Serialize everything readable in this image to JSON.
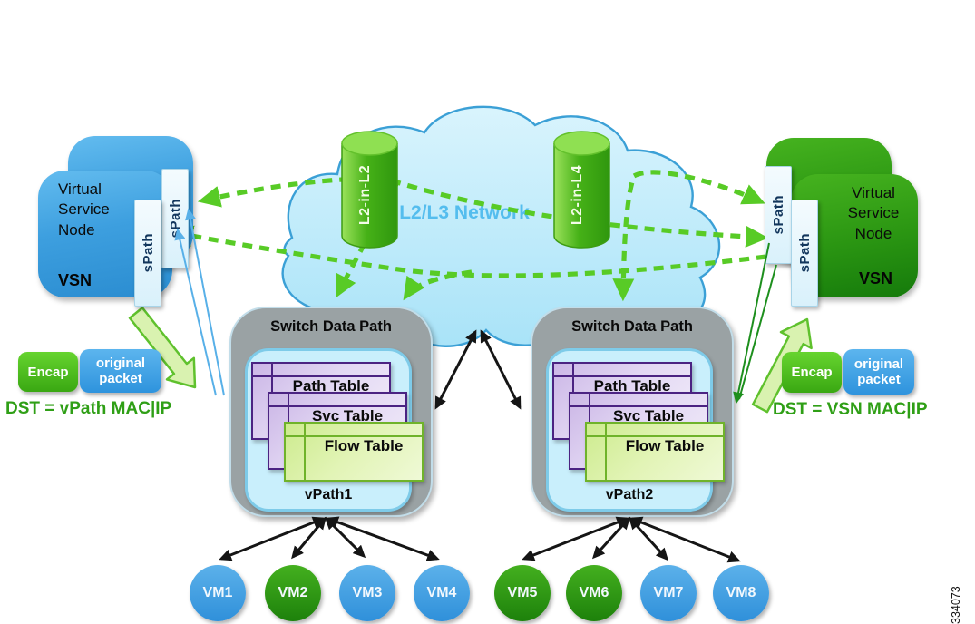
{
  "figure_number": "334073",
  "cloud": {
    "label": "L2/L3 Network",
    "tunnel_left": "L2-in-L2",
    "tunnel_right": "L2-in-L4"
  },
  "vsn_left": {
    "title": "Virtual Service Node",
    "name": "VSN",
    "tab_back": "sPath",
    "tab_front": "sPath"
  },
  "vsn_right": {
    "title": "Virtual Service Node",
    "name": "VSN",
    "tab_back": "sPath",
    "tab_front": "sPath"
  },
  "switch_left": {
    "title": "Switch Data Path",
    "vpath": "vPath1",
    "tables": [
      "Path Table",
      "Svc Table",
      "Flow Table"
    ]
  },
  "switch_right": {
    "title": "Switch Data Path",
    "vpath": "vPath2",
    "tables": [
      "Path Table",
      "Svc Table",
      "Flow Table"
    ]
  },
  "packet_left": {
    "encap": "Encap",
    "original": "original packet",
    "dst": "DST = vPath MAC|IP"
  },
  "packet_right": {
    "encap": "Encap",
    "original": "original packet",
    "dst": "DST = VSN MAC|IP"
  },
  "vms": [
    {
      "label": "VM1",
      "color": "blue"
    },
    {
      "label": "VM2",
      "color": "green"
    },
    {
      "label": "VM3",
      "color": "blue"
    },
    {
      "label": "VM4",
      "color": "blue"
    },
    {
      "label": "VM5",
      "color": "green"
    },
    {
      "label": "VM6",
      "color": "green"
    },
    {
      "label": "VM7",
      "color": "blue"
    },
    {
      "label": "VM8",
      "color": "blue"
    }
  ],
  "colors": {
    "vsn_blue": "#2a8cd0",
    "vsn_green": "#157a0b",
    "cloud_fill": "#b9e9fb",
    "cloud_stroke": "#3ba0d6",
    "tunnel_dashed_green": "#58cb26",
    "thin_arrow_blue": "#58b0e8",
    "thin_arrow_dark_green": "#1d8f1d",
    "big_arrow_fill": "#d9f2b0",
    "big_arrow_stroke": "#5fc12d",
    "table_purple_border": "#4b2382",
    "table_green_border": "#6fb32a",
    "dst_text_green": "#2f9f16"
  }
}
